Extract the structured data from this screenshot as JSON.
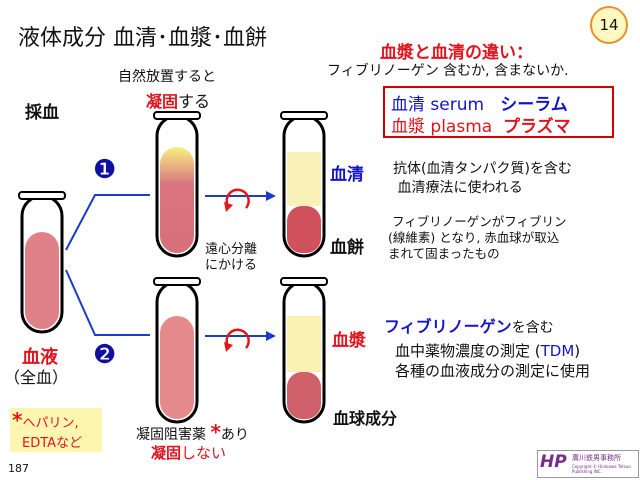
{
  "title": "液体成分 血清･血漿･血餅",
  "page_badge": "14",
  "page_number": "187",
  "difference": {
    "heading": "血漿と血清の違い：",
    "subtitle": "フィブリノーゲン 含むか, 含まないか."
  },
  "definitions": [
    {
      "term": "血清",
      "en": "serum",
      "kana": "シーラム"
    },
    {
      "term": "血漿",
      "en": "plasma",
      "kana": "プラズマ"
    }
  ],
  "blood_draw": "採血",
  "whole_blood": {
    "label": "血液",
    "sub": "（全血）"
  },
  "path1": {
    "number": "❶",
    "line1": "自然放置すると",
    "clot_word": "凝固",
    "clot_suffix": "する"
  },
  "path2": {
    "number": "❷",
    "line1": "凝固阻害薬",
    "asterisk": "*",
    "line1_suffix": "あり",
    "clot_word": "凝固",
    "clot_suffix": "しない"
  },
  "centrifuge": {
    "line1": "遠心分離",
    "line2": "にかける"
  },
  "serum": {
    "label": "血清",
    "desc1": "抗体(血清タンパク質)を含む",
    "desc2": "血清療法に使われる"
  },
  "clot": {
    "label": "血餅",
    "desc1": "フィブリノーゲンがフィブリン",
    "desc2": "(線維素) となり, 赤血球が取込",
    "desc3": "まれて固まったもの"
  },
  "plasma": {
    "label": "血漿",
    "fib": "フィブリノーゲン",
    "fib_suffix": "を含む",
    "desc1_pre": "血中薬物濃度の測定 (",
    "desc1_tdm": "TDM",
    "desc1_post": ")",
    "desc2": "各種の血液成分の測定に使用"
  },
  "blood_cells": "血球成分",
  "note": {
    "asterisk": "*",
    "line1": "ヘパリン,",
    "line2_en": "EDTA",
    "line2": "など"
  },
  "logo": {
    "name": "廣川鉄男事務所",
    "copyright": "Copyright © Hirokawa Tetsuo Publishing INC.",
    "mark": "HP"
  },
  "colors": {
    "red": "#e0141e",
    "blue": "#1414c8",
    "blood": "#d9727c",
    "serum": "#f7f0a0"
  }
}
